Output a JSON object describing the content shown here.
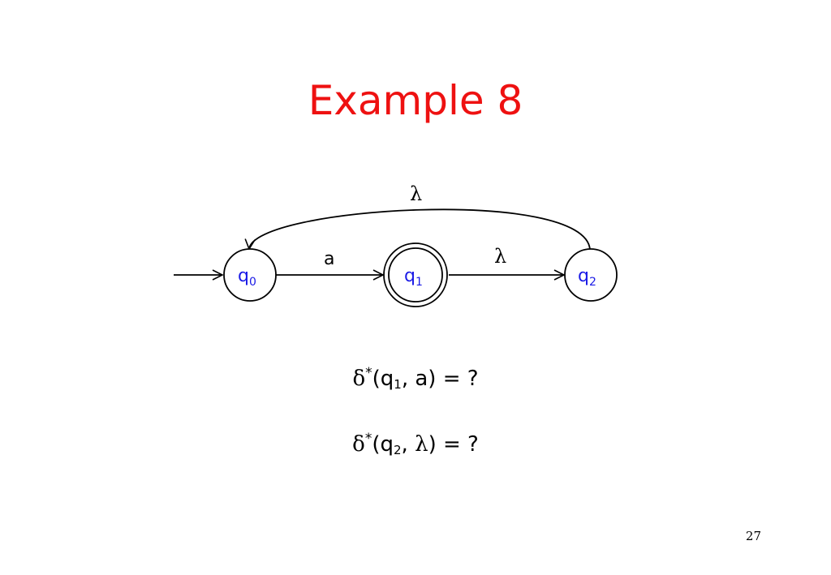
{
  "slide": {
    "title": "Example 8",
    "page_number": "27"
  },
  "automaton": {
    "states": [
      {
        "name": "q",
        "sub": "0",
        "start": true,
        "accepting": false
      },
      {
        "name": "q",
        "sub": "1",
        "start": false,
        "accepting": true
      },
      {
        "name": "q",
        "sub": "2",
        "start": false,
        "accepting": false
      }
    ],
    "transitions": [
      {
        "from": "q0",
        "to": "q1",
        "label": "a"
      },
      {
        "from": "q1",
        "to": "q2",
        "label": "λ"
      },
      {
        "from": "q2",
        "to": "q0",
        "label": "λ"
      }
    ],
    "colors": {
      "state_text": "#1a1ae6",
      "title": "#ee1111",
      "stroke": "#000000"
    }
  },
  "questions": [
    {
      "func": "δ",
      "star": "*",
      "open": "(",
      "state": "q",
      "sub": "1",
      "sep": ",",
      "symbol": "a",
      "close": ") = ?"
    },
    {
      "func": "δ",
      "star": "*",
      "open": "(",
      "state": "q",
      "sub": "2",
      "sep": ",",
      "symbol": "λ",
      "close": ") = ?"
    }
  ]
}
